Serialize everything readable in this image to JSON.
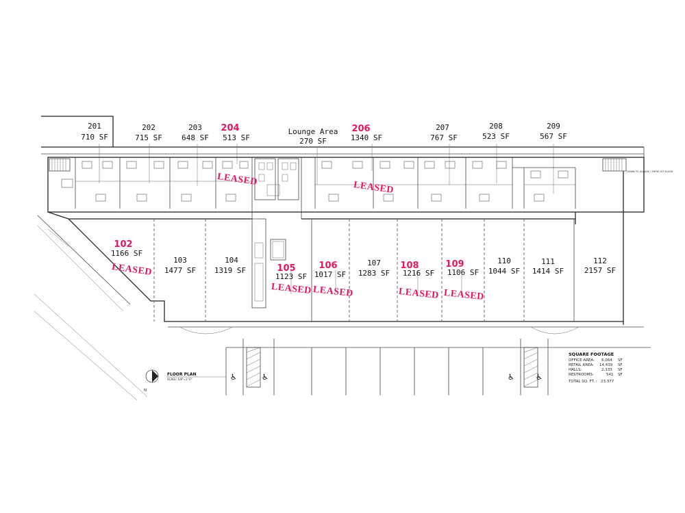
{
  "upper_units": [
    {
      "num": "201",
      "area": "710 SF",
      "leased": false
    },
    {
      "num": "202",
      "area": "715 SF",
      "leased": false
    },
    {
      "num": "203",
      "area": "648 SF",
      "leased": false
    },
    {
      "num": "204",
      "area": "513 SF",
      "leased": true
    },
    {
      "num": "206",
      "area": "1340 SF",
      "leased": true
    },
    {
      "num": "207",
      "area": "767 SF",
      "leased": false
    },
    {
      "num": "208",
      "area": "523 SF",
      "leased": false
    },
    {
      "num": "209",
      "area": "567 SF",
      "leased": false
    }
  ],
  "lounge": {
    "name": "Lounge Area",
    "area": "270 SF"
  },
  "lower_units": [
    {
      "num": "102",
      "area": "1166 SF",
      "leased": true
    },
    {
      "num": "103",
      "area": "1477 SF",
      "leased": false
    },
    {
      "num": "104",
      "area": "1319 SF",
      "leased": false
    },
    {
      "num": "105",
      "area": "1123 SF",
      "leased": true
    },
    {
      "num": "106",
      "area": "1017 SF",
      "leased": true
    },
    {
      "num": "107",
      "area": "1283 SF",
      "leased": false
    },
    {
      "num": "108",
      "area": "1216 SF",
      "leased": true
    },
    {
      "num": "109",
      "area": "1106 SF",
      "leased": true
    },
    {
      "num": "110",
      "area": "1044 SF",
      "leased": false
    },
    {
      "num": "111",
      "area": "1414 SF",
      "leased": false
    },
    {
      "num": "112",
      "area": "2157 SF",
      "leased": false
    }
  ],
  "leased_label": "LEASED",
  "floor_plan": {
    "title": "FLOOR PLAN",
    "scale": "SCALE: 1/8\"=1'-0\"",
    "north": "N"
  },
  "stair_note": "DOWN TO GARAGE / FROM 1ST FLOOR",
  "square_footage": {
    "title": "SQUARE FOOTAGE",
    "rows": [
      {
        "label": "OFFICE AREA:",
        "value": "6,064",
        "unit": "SF"
      },
      {
        "label": "RETAIL AREA:",
        "value": "14,439",
        "unit": "SF"
      },
      {
        "label": "HALLS:",
        "value": "2,333",
        "unit": "SF"
      },
      {
        "label": "RESTROOMS:",
        "value": "541",
        "unit": "SF"
      }
    ],
    "total_label": "TOTAL SQ. FT. :",
    "total_value": "23,377"
  },
  "colors": {
    "accent": "#e0185c",
    "line": "#222222"
  }
}
